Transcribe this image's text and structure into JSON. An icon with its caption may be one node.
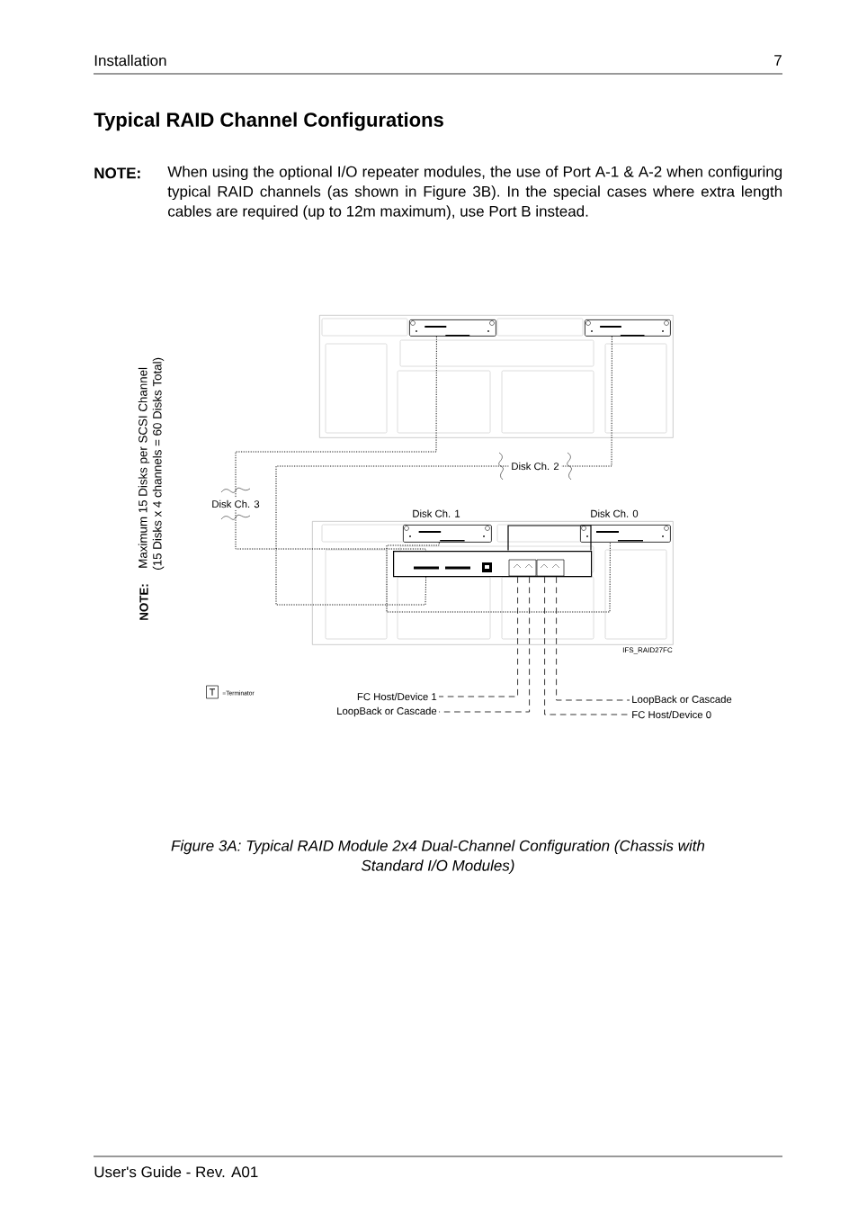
{
  "diagram": {
    "title": "Typical RAID Channel Configurations",
    "caption": "Figure 3A: Typical RAID Module 2x4 Dual-Channel Configuration (Chassis with Standard I/O Modules)",
    "nodes": [
      {
        "text": [],
        "shape": "box"
      },
      {
        "text": [],
        "shape": "box",
        "in": 0
      },
      {
        "text": [],
        "shape": "box",
        "in": 0
      },
      {
        "text": [],
        "shape": "box"
      },
      {
        "text": [
          "Disk Ch. 1"
        ],
        "in": 3
      },
      {
        "text": [
          "Disk Ch. 0"
        ],
        "in": 3
      },
      {
        "text": [],
        "shape": "box",
        "in": 3
      },
      {
        "text": [
          "FC Host/Device 1"
        ]
      },
      {
        "text": [
          "LoopBack or Cascade"
        ]
      },
      {
        "text": [
          "LoopBack or Cascade"
        ]
      },
      {
        "text": [
          "FC Host/Device 0"
        ]
      }
    ],
    "edges": [
      {
        "from": 1,
        "to": 6,
        "arrow": "none",
        "label": "Disk Ch. 3"
      },
      {
        "from": 2,
        "to": 6,
        "arrow": "none",
        "label": "Disk Ch. 2"
      },
      {
        "from": 4,
        "to": 5,
        "arrow": "none"
      },
      {
        "from": 6,
        "to": 7,
        "arrow": "none",
        "style": "dashed"
      },
      {
        "from": 6,
        "to": 8,
        "arrow": "none",
        "style": "dashed"
      },
      {
        "from": 6,
        "to": 9,
        "arrow": "none",
        "style": "dashed"
      },
      {
        "from": 6,
        "to": 10,
        "arrow": "none",
        "style": "dashed"
      }
    ],
    "labels": [
      "Installation",
      "7",
      "NOTE:",
      "When using the optional I/O repeater modules, the use of Port A-1 & A-2 when configuring typical RAID channels (as shown in Figure 3B).  In the special cases where extra length cables are required (up to 12m maximum), use Port B instead.",
      "NOTE:",
      "Maximum 15 Disks per SCSI Channel",
      "(15 Disks x 4 channels = 60 Disks Total)",
      "IFS_RAID27FC",
      "T",
      "=Terminator",
      "User's Guide - Rev. A01"
    ]
  }
}
